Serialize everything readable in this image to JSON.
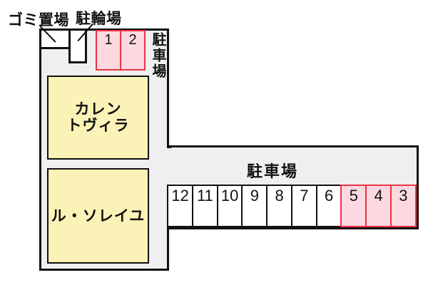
{
  "colors": {
    "lot_fill": "#EEEFEE",
    "line": "#111111",
    "highlight_fill": "#FCD9E1",
    "highlight_border": "#EE3247",
    "building_fill": "#FAF2B6"
  },
  "annotations": {
    "garbage_label": "ゴミ置場",
    "bicycle_label": "駐輪場"
  },
  "top_parking": {
    "label_vertical": "駐車場",
    "spaces": [
      {
        "num": "1",
        "highlighted": true
      },
      {
        "num": "2",
        "highlighted": true
      }
    ]
  },
  "buildings": [
    {
      "name": "カレントヴィラ",
      "lines": [
        "カレン",
        "トヴィラ"
      ]
    },
    {
      "name": "ル・ソレイユ",
      "lines": [
        "ル・ソレイユ"
      ]
    }
  ],
  "main_parking": {
    "label": "駐車場",
    "spaces": [
      {
        "num": "12",
        "highlighted": false
      },
      {
        "num": "11",
        "highlighted": false
      },
      {
        "num": "10",
        "highlighted": false
      },
      {
        "num": "9",
        "highlighted": false
      },
      {
        "num": "8",
        "highlighted": false
      },
      {
        "num": "7",
        "highlighted": false
      },
      {
        "num": "6",
        "highlighted": false
      },
      {
        "num": "5",
        "highlighted": true
      },
      {
        "num": "4",
        "highlighted": true
      },
      {
        "num": "3",
        "highlighted": true
      }
    ]
  }
}
